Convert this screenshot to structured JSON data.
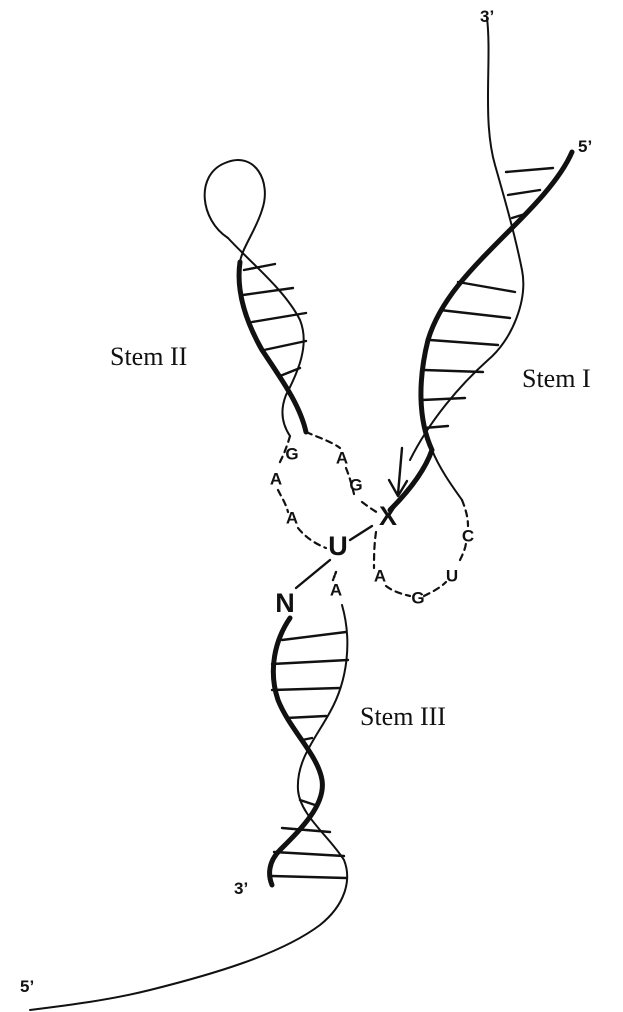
{
  "labels": {
    "stem_i": "Stem I",
    "stem_ii": "Stem II",
    "stem_iii": "Stem III"
  },
  "ends": {
    "stem_i_top_3": "3’",
    "stem_i_top_5": "5’",
    "stem_iii_3": "3’",
    "bottom_5": "5’"
  },
  "core_nucleotides": {
    "g1": "G",
    "a1": "A",
    "g2": "G",
    "a2": "A",
    "a3": "A",
    "u": "U",
    "x": "X",
    "n": "N",
    "a4": "A",
    "a5": "A",
    "g3": "G",
    "u2": "U",
    "c": "C"
  },
  "cleavage_site_symbol": "arrow-down"
}
